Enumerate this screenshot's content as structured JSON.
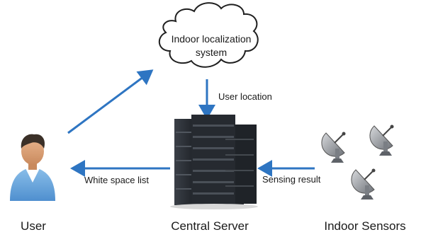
{
  "nodes": {
    "cloud": {
      "line1": "Indoor localization",
      "line2": "system"
    },
    "user": {
      "label": "User"
    },
    "server": {
      "label": "Central Server"
    },
    "sensors": {
      "label": "Indoor Sensors"
    }
  },
  "edges": {
    "user_location": "User location",
    "white_space_list": "White space list",
    "sensing_result": "Sensing result"
  },
  "colors": {
    "arrow": "#2e75c2",
    "cloud_stroke": "#1f1f1f",
    "server_body": "#23262c",
    "user_shirt": "#6ca6dc"
  },
  "icons": {
    "cloud": "cloud-icon",
    "user": "user-avatar-icon",
    "server": "server-rack-icon",
    "sensor": "satellite-dish-icon"
  }
}
